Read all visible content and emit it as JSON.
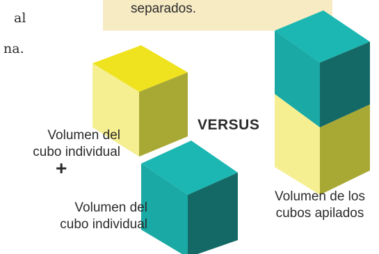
{
  "body_text": {
    "line1_tail": "al",
    "line2_tail": "na."
  },
  "note": {
    "text": "separados."
  },
  "labels": {
    "individual_cube_top": [
      "Volumen del",
      "cubo individual"
    ],
    "plus": "+",
    "individual_cube_bottom": [
      "Volumen del",
      "cubo individual"
    ],
    "versus": "VERSUS",
    "stacked_cubes": [
      "Volumen de los",
      "cubos apilados"
    ]
  },
  "colors": {
    "yellow_top": "#efe21f",
    "yellow_left": "#f5ef92",
    "yellow_right": "#a8a835",
    "teal_top": "#1cb7b2",
    "teal_left": "#1aa9a4",
    "teal_right": "#146966",
    "note_bg": "#f7ebc4"
  }
}
